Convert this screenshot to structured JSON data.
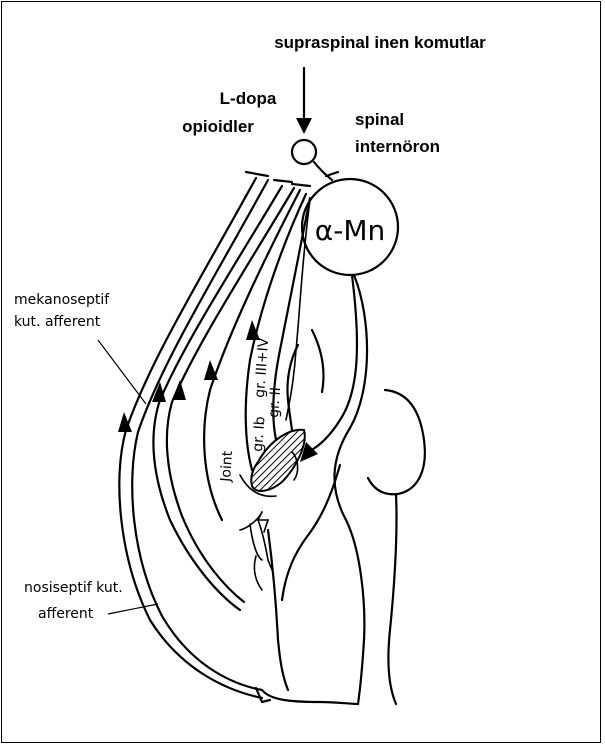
{
  "labels": {
    "top": "supraspinal inen komutlar",
    "ldopa": "L-dopa",
    "opioids": "opioidler",
    "spinal": "spinal",
    "interneuron": "internöron",
    "motoneuron": "α-Mn",
    "mechano_line1": "mekanoseptif",
    "mechano_line2": "kut. afferent",
    "noci_line1": "nosiseptif kut.",
    "noci_line2": "afferent",
    "fiber_joint": "Joint",
    "fiber_ib": "gr. Ib",
    "fiber_ii": "gr. II",
    "fiber_iii_iv": "gr. III+IV"
  },
  "colors": {
    "line": "#000000",
    "background": "#ffffff",
    "muscle_fill": "#888888"
  }
}
